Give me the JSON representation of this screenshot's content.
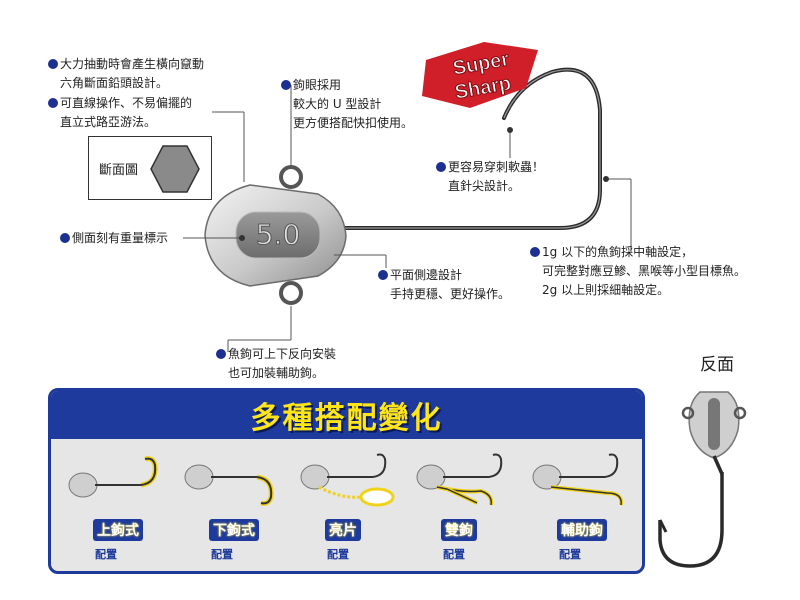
{
  "notes": {
    "hexagon": {
      "line1": "大力抽動時會產生橫向竄動",
      "line2": "六角斷面鉛頭設計。"
    },
    "straight": {
      "line1": "可直線操作、不易偏擺的",
      "line2": "直立式路亞游法。"
    },
    "eye": {
      "line1": "鉤眼採用",
      "line2": "較大的 U 型設計",
      "line3": "更方便搭配快扣使用。"
    },
    "point": {
      "line1": "更容易穿刺軟蟲！",
      "line2": "直針尖設計。"
    },
    "weight": {
      "line1": "側面刻有重量標示"
    },
    "shaft": {
      "line1": "1g 以下的魚鉤採中軸設定，",
      "line2": "可完整對應豆鯵、黑喉等小型目標魚。",
      "line3": "2g 以上則採細軸設定。"
    },
    "flat": {
      "line1": "平面側邊設計",
      "line2": "手持更穩、更好操作。"
    },
    "reverse": {
      "line1": "魚鉤可上下反向安裝",
      "line2": "也可加裝輔助鉤。"
    }
  },
  "section_label": "斷面圖",
  "weight_marking": "5.0",
  "badge": {
    "line1": "Super",
    "line2": "Sharp"
  },
  "back_label": "反面",
  "variants": {
    "title": "多種搭配變化",
    "items": [
      {
        "label": "上鉤式",
        "sub": "配置"
      },
      {
        "label": "下鉤式",
        "sub": "配置"
      },
      {
        "label": "亮片",
        "sub": "配置"
      },
      {
        "label": "雙鉤",
        "sub": "配置"
      },
      {
        "label": "輔助鉤",
        "sub": "配置"
      }
    ]
  },
  "colors": {
    "accent_blue": "#1d3a9c",
    "highlight_yellow": "#ffe51a",
    "badge_red": "#d11f2a"
  }
}
